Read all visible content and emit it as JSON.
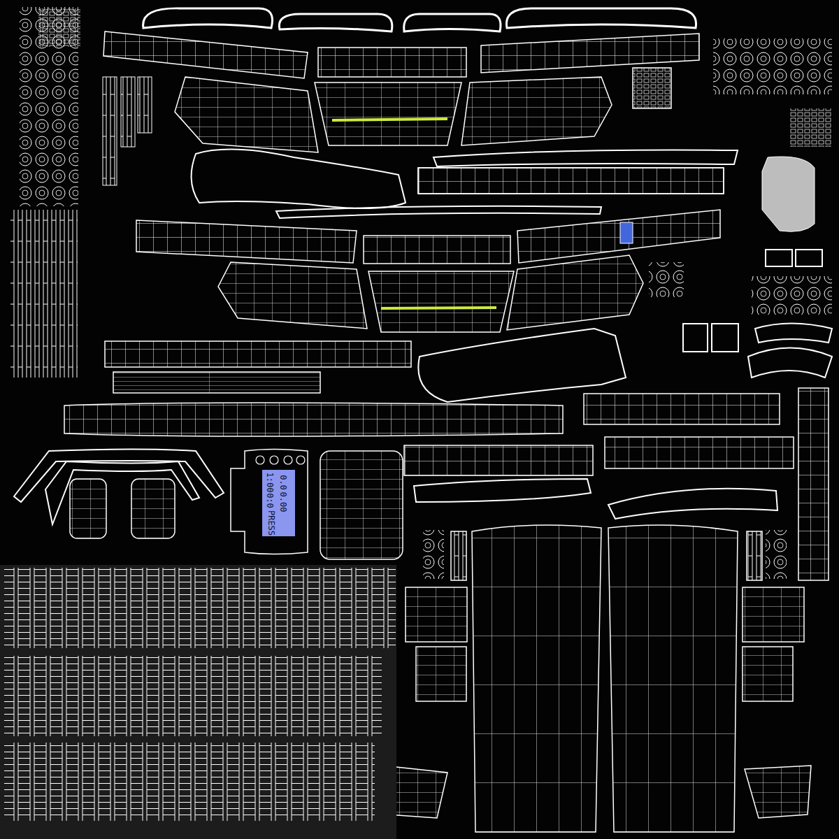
{
  "diagram": {
    "labels": [
      "1:00",
      "0.0",
      "0:0",
      "0.00",
      "PRESS"
    ]
  }
}
